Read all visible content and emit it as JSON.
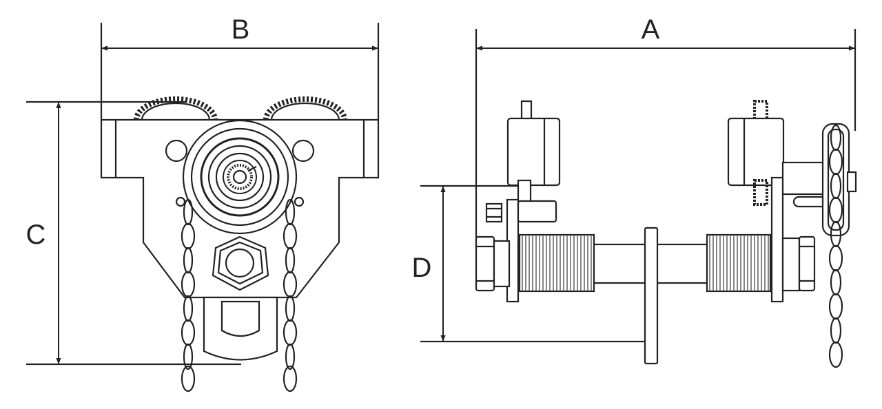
{
  "dimensions": {
    "A": "A",
    "B": "B",
    "C": "C",
    "D": "D"
  },
  "colors": {
    "line": "#222222",
    "fill": "#ffffff",
    "hatch": "#555555"
  },
  "icons": [
    "trolley-front-view-drawing",
    "trolley-side-view-drawing",
    "chain-icon",
    "gear-icon",
    "hex-nut-icon"
  ]
}
